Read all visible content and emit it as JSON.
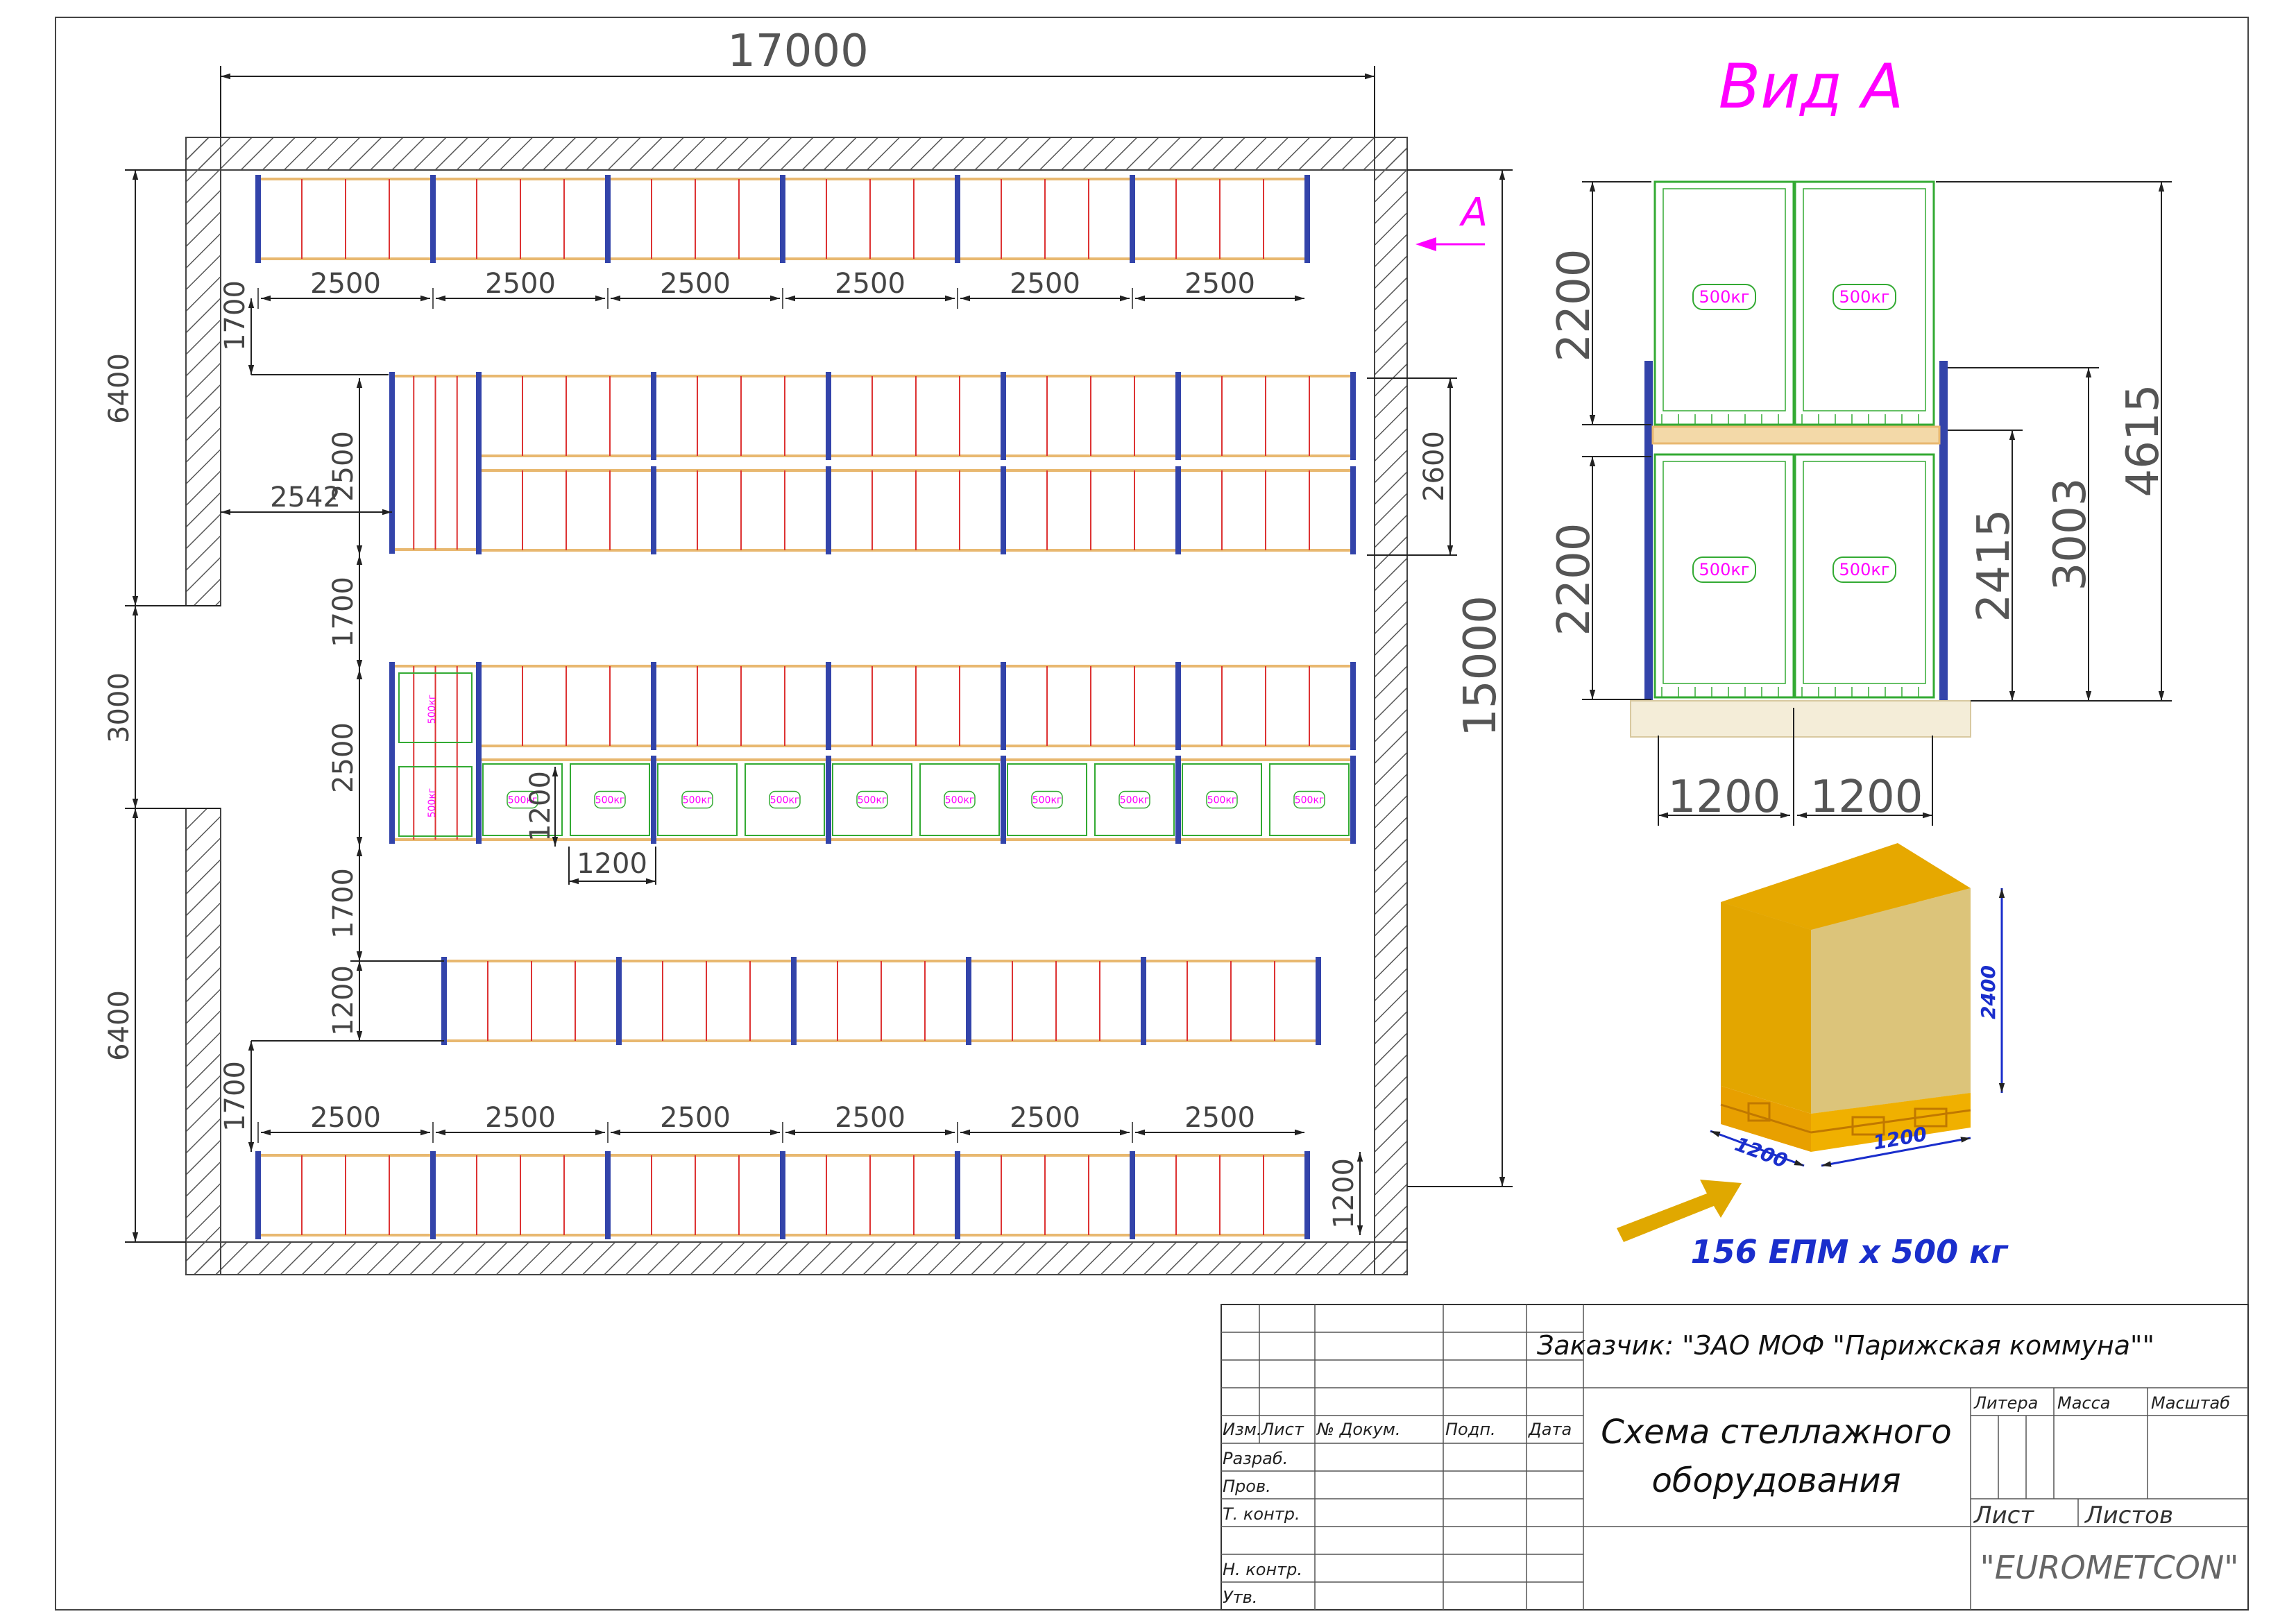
{
  "plan": {
    "overall_width": "17000",
    "overall_height": "15000",
    "left_side_dims": [
      "6400",
      "3000",
      "6400"
    ],
    "bay_width": "2500",
    "aisle": "1700",
    "offset": "2542",
    "block_depth": "2500",
    "block_depth_right": "2600",
    "single_depth": "1200",
    "pallet_width": "1200",
    "view_arrow_label": "A",
    "pallet_label": "500кг"
  },
  "view_a": {
    "title": "Вид  А",
    "h1": "2200",
    "h2": "2200",
    "h3": "2415",
    "h4": "3003",
    "h5": "4615",
    "w1": "1200",
    "w2": "1200",
    "pallet_label": "500кг"
  },
  "pallet_3d": {
    "height": "2400",
    "width1": "1200",
    "width2": "1200",
    "caption": "156 ЕПМ х 500 кг"
  },
  "title_block": {
    "customer": "Заказчик: \"ЗАО МОФ \"Парижская коммуна\"\"",
    "title_line1": "Схема стеллажного",
    "title_line2": "оборудования",
    "col_izm": "Изм.",
    "col_list": "Лист",
    "col_doc": "№ Докум.",
    "col_sign": "Подп.",
    "col_date": "Дата",
    "row_razrab": "Разраб.",
    "row_prov": "Пров.",
    "row_tkontr": "Т. контр.",
    "row_nkontr": "Н. контр.",
    "row_utv": "Утв.",
    "litera": "Литера",
    "massa": "Масса",
    "masshtab": "Масштаб",
    "list": "Лист",
    "listov": "Листов",
    "company": "\"EUROMETCON\""
  },
  "colors": {
    "wall": "#555555",
    "beam": "#e8b870",
    "upright": "#3344aa",
    "frame": "#dd3333",
    "pallet": "#33aa33",
    "magenta": "#ff00ff",
    "blue_text": "#1a2ecc",
    "box_gold": "#e0a800"
  }
}
